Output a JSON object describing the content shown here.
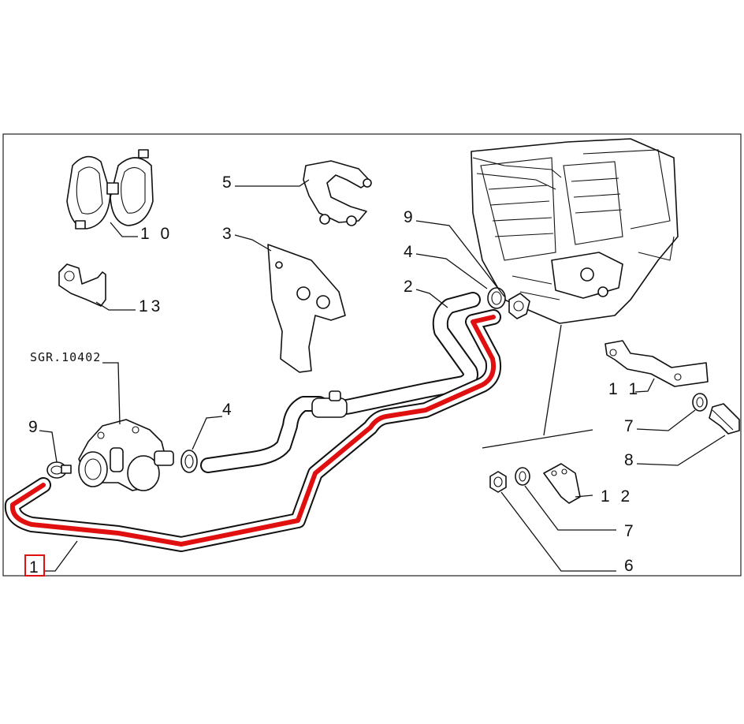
{
  "diagram": {
    "reference_code": "SGR.10402",
    "highlight_color": "#e01010",
    "highlighted_part": "1",
    "callouts": [
      {
        "id": "label-10",
        "text": "1 0"
      },
      {
        "id": "label-5",
        "text": "5"
      },
      {
        "id": "label-3",
        "text": "3"
      },
      {
        "id": "label-13",
        "text": "13"
      },
      {
        "id": "label-9-top",
        "text": "9"
      },
      {
        "id": "label-4-top",
        "text": "4"
      },
      {
        "id": "label-2",
        "text": "2"
      },
      {
        "id": "label-9-left",
        "text": "9"
      },
      {
        "id": "label-4-mid",
        "text": "4"
      },
      {
        "id": "label-11",
        "text": "1 1"
      },
      {
        "id": "label-7-right",
        "text": "7"
      },
      {
        "id": "label-8",
        "text": "8"
      },
      {
        "id": "label-12",
        "text": "1 2"
      },
      {
        "id": "label-7-bottom",
        "text": "7"
      },
      {
        "id": "label-6",
        "text": "6"
      },
      {
        "id": "label-1",
        "text": "1"
      }
    ]
  }
}
